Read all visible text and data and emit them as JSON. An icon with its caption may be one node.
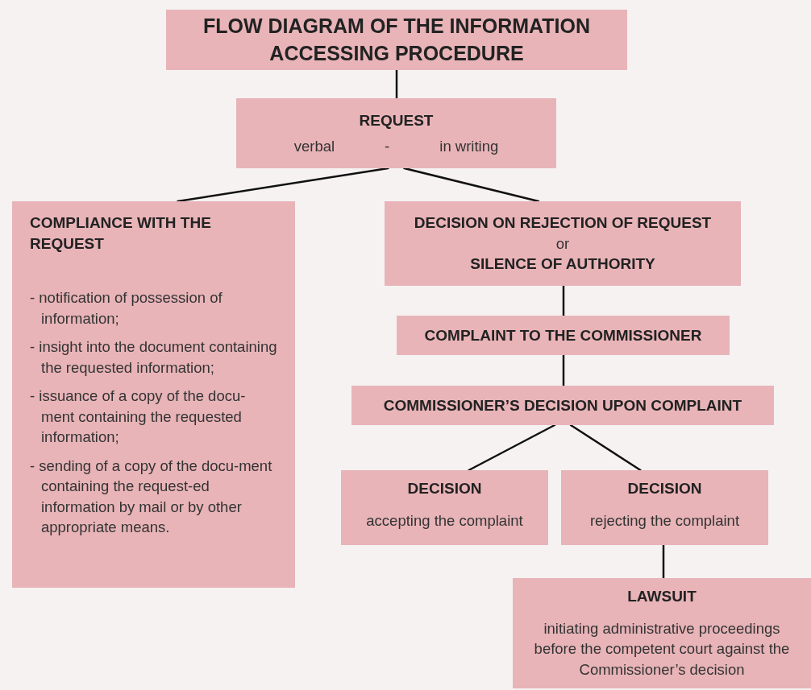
{
  "diagram": {
    "nodes": [
      {
        "text": [
          "FLOW DIAGRAM OF THE INFORMATION ACCESSING PROCEDURE"
        ]
      },
      {
        "text": [
          "REQUEST",
          "verbal",
          "-",
          "in writing"
        ]
      },
      {
        "text": [
          "COMPLIANCE WITH THE REQUEST",
          "- notification of possession of information;",
          "- insight into the document containing the requested information;",
          "- issuance of a copy of the docu-ment containing the requested information;",
          "- sending of a copy of the docu-ment containing the request-ed information by mail or by other appropriate means."
        ]
      },
      {
        "text": [
          "DECISION ON REJECTION OF REQUEST",
          "or",
          "SILENCE OF AUTHORITY"
        ]
      },
      {
        "text": [
          "COMPLAINT TO THE COMMISSIONER"
        ]
      },
      {
        "text": [
          "COMMISSIONER’S DECISION UPON COMPLAINT"
        ]
      },
      {
        "text": [
          "DECISION",
          "accepting the complaint"
        ]
      },
      {
        "text": [
          "DECISION",
          "rejecting the complaint"
        ]
      },
      {
        "text": [
          "LAWSUIT",
          "initiating administrative proceedings before the competent court against the Commissioner’s decision"
        ]
      }
    ],
    "edges": [
      {
        "from": 0,
        "to": 1,
        "arrow": "none"
      },
      {
        "from": 1,
        "to": 2,
        "arrow": "none"
      },
      {
        "from": 1,
        "to": 3,
        "arrow": "none"
      },
      {
        "from": 3,
        "to": 4,
        "arrow": "none"
      },
      {
        "from": 4,
        "to": 5,
        "arrow": "none"
      },
      {
        "from": 5,
        "to": 6,
        "arrow": "none"
      },
      {
        "from": 5,
        "to": 7,
        "arrow": "none"
      },
      {
        "from": 7,
        "to": 8,
        "arrow": "none"
      }
    ]
  }
}
